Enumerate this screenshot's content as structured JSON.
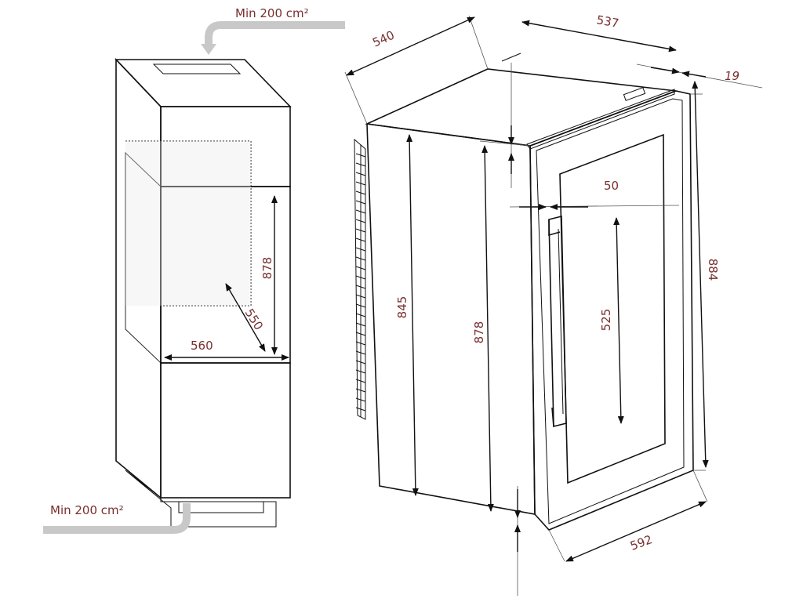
{
  "left_diagram": {
    "airflow_top": "Min 200 cm²",
    "airflow_bottom": "Min 200 cm²",
    "niche_height": "878",
    "niche_width": "560",
    "niche_depth": "550"
  },
  "right_diagram": {
    "depth_side": "540",
    "depth_top": "537",
    "door_thickness": "19",
    "handle_offset": "50",
    "body_height": "845",
    "front_height": "878",
    "handle_length": "525",
    "total_height": "884",
    "width": "592"
  },
  "colors": {
    "dimension_text": "#7a2f2f",
    "airflow_arrow": "#c8c8c8",
    "line": "#111111"
  }
}
